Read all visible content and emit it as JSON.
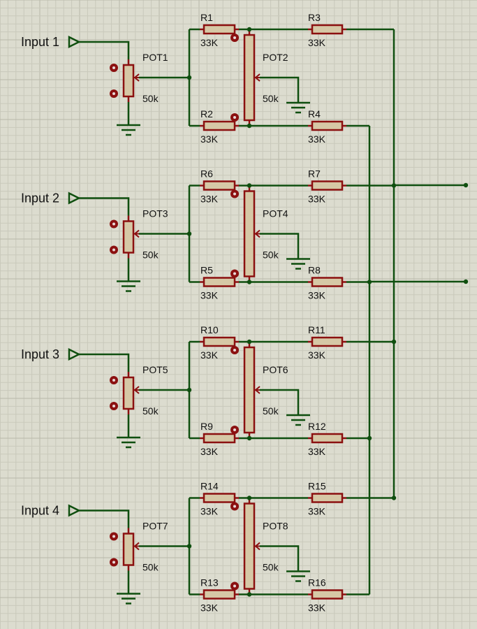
{
  "colors": {
    "background": "#dcdccf",
    "grid_minor": "#c9c9bb",
    "grid_major": "#b8b8aa",
    "wire": "#0f4f0f",
    "component_outline": "#8b1010",
    "component_fill": "#d6c8a6",
    "pin_dot": "#8b1010",
    "ground": "#0f4f0f"
  },
  "stages": [
    {
      "input_label": "Input 1",
      "pot_in": {
        "name": "POT1",
        "value": "50k"
      },
      "pot_mid": {
        "name": "POT2",
        "value": "50k"
      },
      "r_top_left": {
        "name": "R1",
        "value": "33K"
      },
      "r_bot_left": {
        "name": "R2",
        "value": "33K"
      },
      "r_top_right": {
        "name": "R3",
        "value": "33K"
      },
      "r_bot_right": {
        "name": "R4",
        "value": "33K"
      }
    },
    {
      "input_label": "Input 2",
      "pot_in": {
        "name": "POT3",
        "value": "50k"
      },
      "pot_mid": {
        "name": "POT4",
        "value": "50k"
      },
      "r_top_left": {
        "name": "R6",
        "value": "33K"
      },
      "r_bot_left": {
        "name": "R5",
        "value": "33K"
      },
      "r_top_right": {
        "name": "R7",
        "value": "33K"
      },
      "r_bot_right": {
        "name": "R8",
        "value": "33K"
      }
    },
    {
      "input_label": "Input 3",
      "pot_in": {
        "name": "POT5",
        "value": "50k"
      },
      "pot_mid": {
        "name": "POT6",
        "value": "50k"
      },
      "r_top_left": {
        "name": "R10",
        "value": "33K"
      },
      "r_bot_left": {
        "name": "R9",
        "value": "33K"
      },
      "r_top_right": {
        "name": "R11",
        "value": "33K"
      },
      "r_bot_right": {
        "name": "R12",
        "value": "33K"
      }
    },
    {
      "input_label": "Input 4",
      "pot_in": {
        "name": "POT7",
        "value": "50k"
      },
      "pot_mid": {
        "name": "POT8",
        "value": "50k"
      },
      "r_top_left": {
        "name": "R14",
        "value": "33K"
      },
      "r_bot_left": {
        "name": "R13",
        "value": "33K"
      },
      "r_top_right": {
        "name": "R15",
        "value": "33K"
      },
      "r_bot_right": {
        "name": "R16",
        "value": "33K"
      }
    }
  ]
}
